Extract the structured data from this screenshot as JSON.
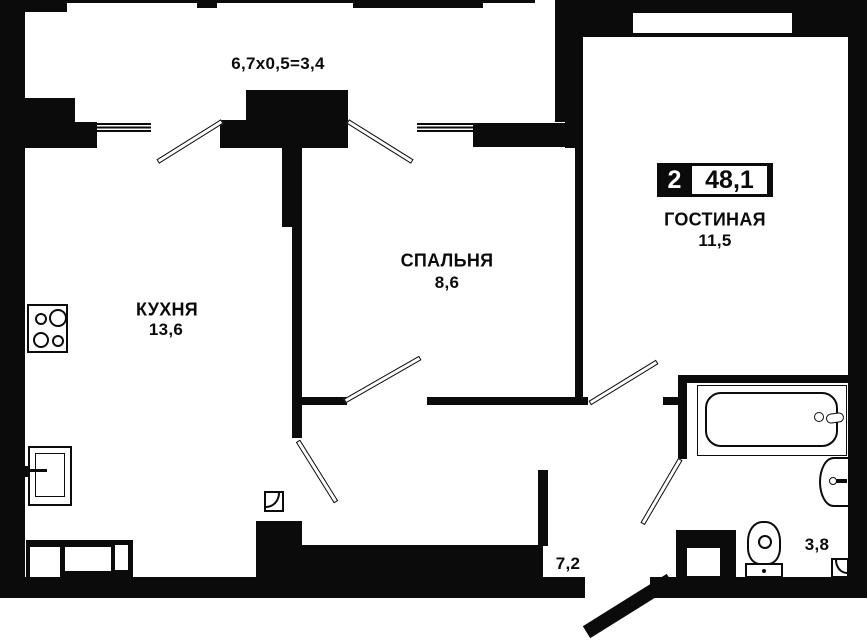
{
  "plan": {
    "badge": {
      "rooms_count": "2",
      "total_area": "48,1"
    },
    "balcony": {
      "formula": "6,7x0,5=3,4"
    },
    "rooms": {
      "kitchen": {
        "label": "КУХНЯ",
        "area": "13,6"
      },
      "bedroom": {
        "label": "СПАЛЬНЯ",
        "area": "8,6"
      },
      "living": {
        "label": "ГОСТИНАЯ",
        "area": "11,5"
      },
      "hallway": {
        "area": "7,2"
      },
      "bathroom": {
        "area": "3,8"
      }
    },
    "colors": {
      "wall": "#0b0b0b",
      "background": "#ffffff"
    },
    "icons": {
      "stove": "stove-burners-icon",
      "kitchen_sink": "kitchen-sink-icon",
      "bathtub": "bathtub-icon",
      "washbasin": "washbasin-icon",
      "toilet": "toilet-icon",
      "vent_duct": "vent-duct",
      "entry": "entry-door-stripe",
      "corner_marks": "corner-curl-icon"
    }
  }
}
